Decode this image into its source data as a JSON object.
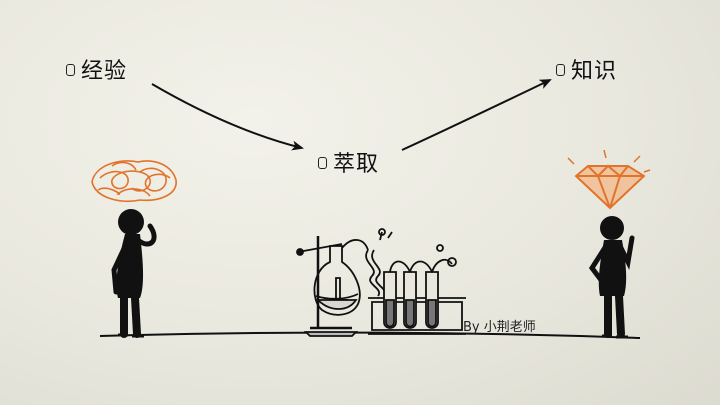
{
  "labels": {
    "experience": "经验",
    "extraction": "萃取",
    "knowledge": "知识"
  },
  "credit": "By 小荆老师",
  "colors": {
    "ink": "#111111",
    "accent_orange": "#e2732a",
    "paper": "#ecebe1"
  },
  "icons": [
    "checkbox-icon",
    "scribble-thought-icon",
    "diamond-icon",
    "lab-flask-icon",
    "test-tube-rack-icon"
  ]
}
